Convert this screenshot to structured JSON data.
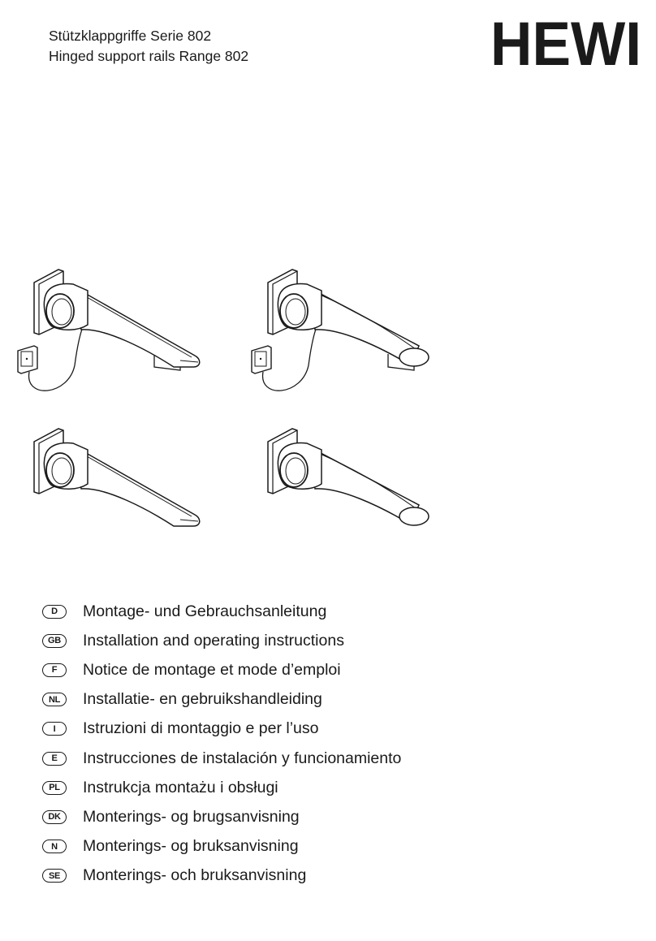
{
  "header": {
    "title_de": "Stützklappgriffe Serie 802",
    "title_en": "Hinged support rails Range 802"
  },
  "logo": {
    "text": "HEWI"
  },
  "languages": [
    {
      "code": "D",
      "text": "Montage- und Gebrauchsanleitung"
    },
    {
      "code": "GB",
      "text": "Installation and operating instructions"
    },
    {
      "code": "F",
      "text": "Notice de montage et mode d’emploi"
    },
    {
      "code": "NL",
      "text": "Installatie- en gebruikshandleiding"
    },
    {
      "code": "I",
      "text": "Istruzioni di montaggio e per l’uso"
    },
    {
      "code": "E",
      "text": "Instrucciones de instalación y funcionamiento"
    },
    {
      "code": "PL",
      "text": "Instrukcja montażu i obsługi"
    },
    {
      "code": "DK",
      "text": "Monterings- og brugsanvisning"
    },
    {
      "code": "N",
      "text": "Monterings- og bruksanvisning"
    },
    {
      "code": "SE",
      "text": "Monterings- och bruksanvisning"
    }
  ]
}
